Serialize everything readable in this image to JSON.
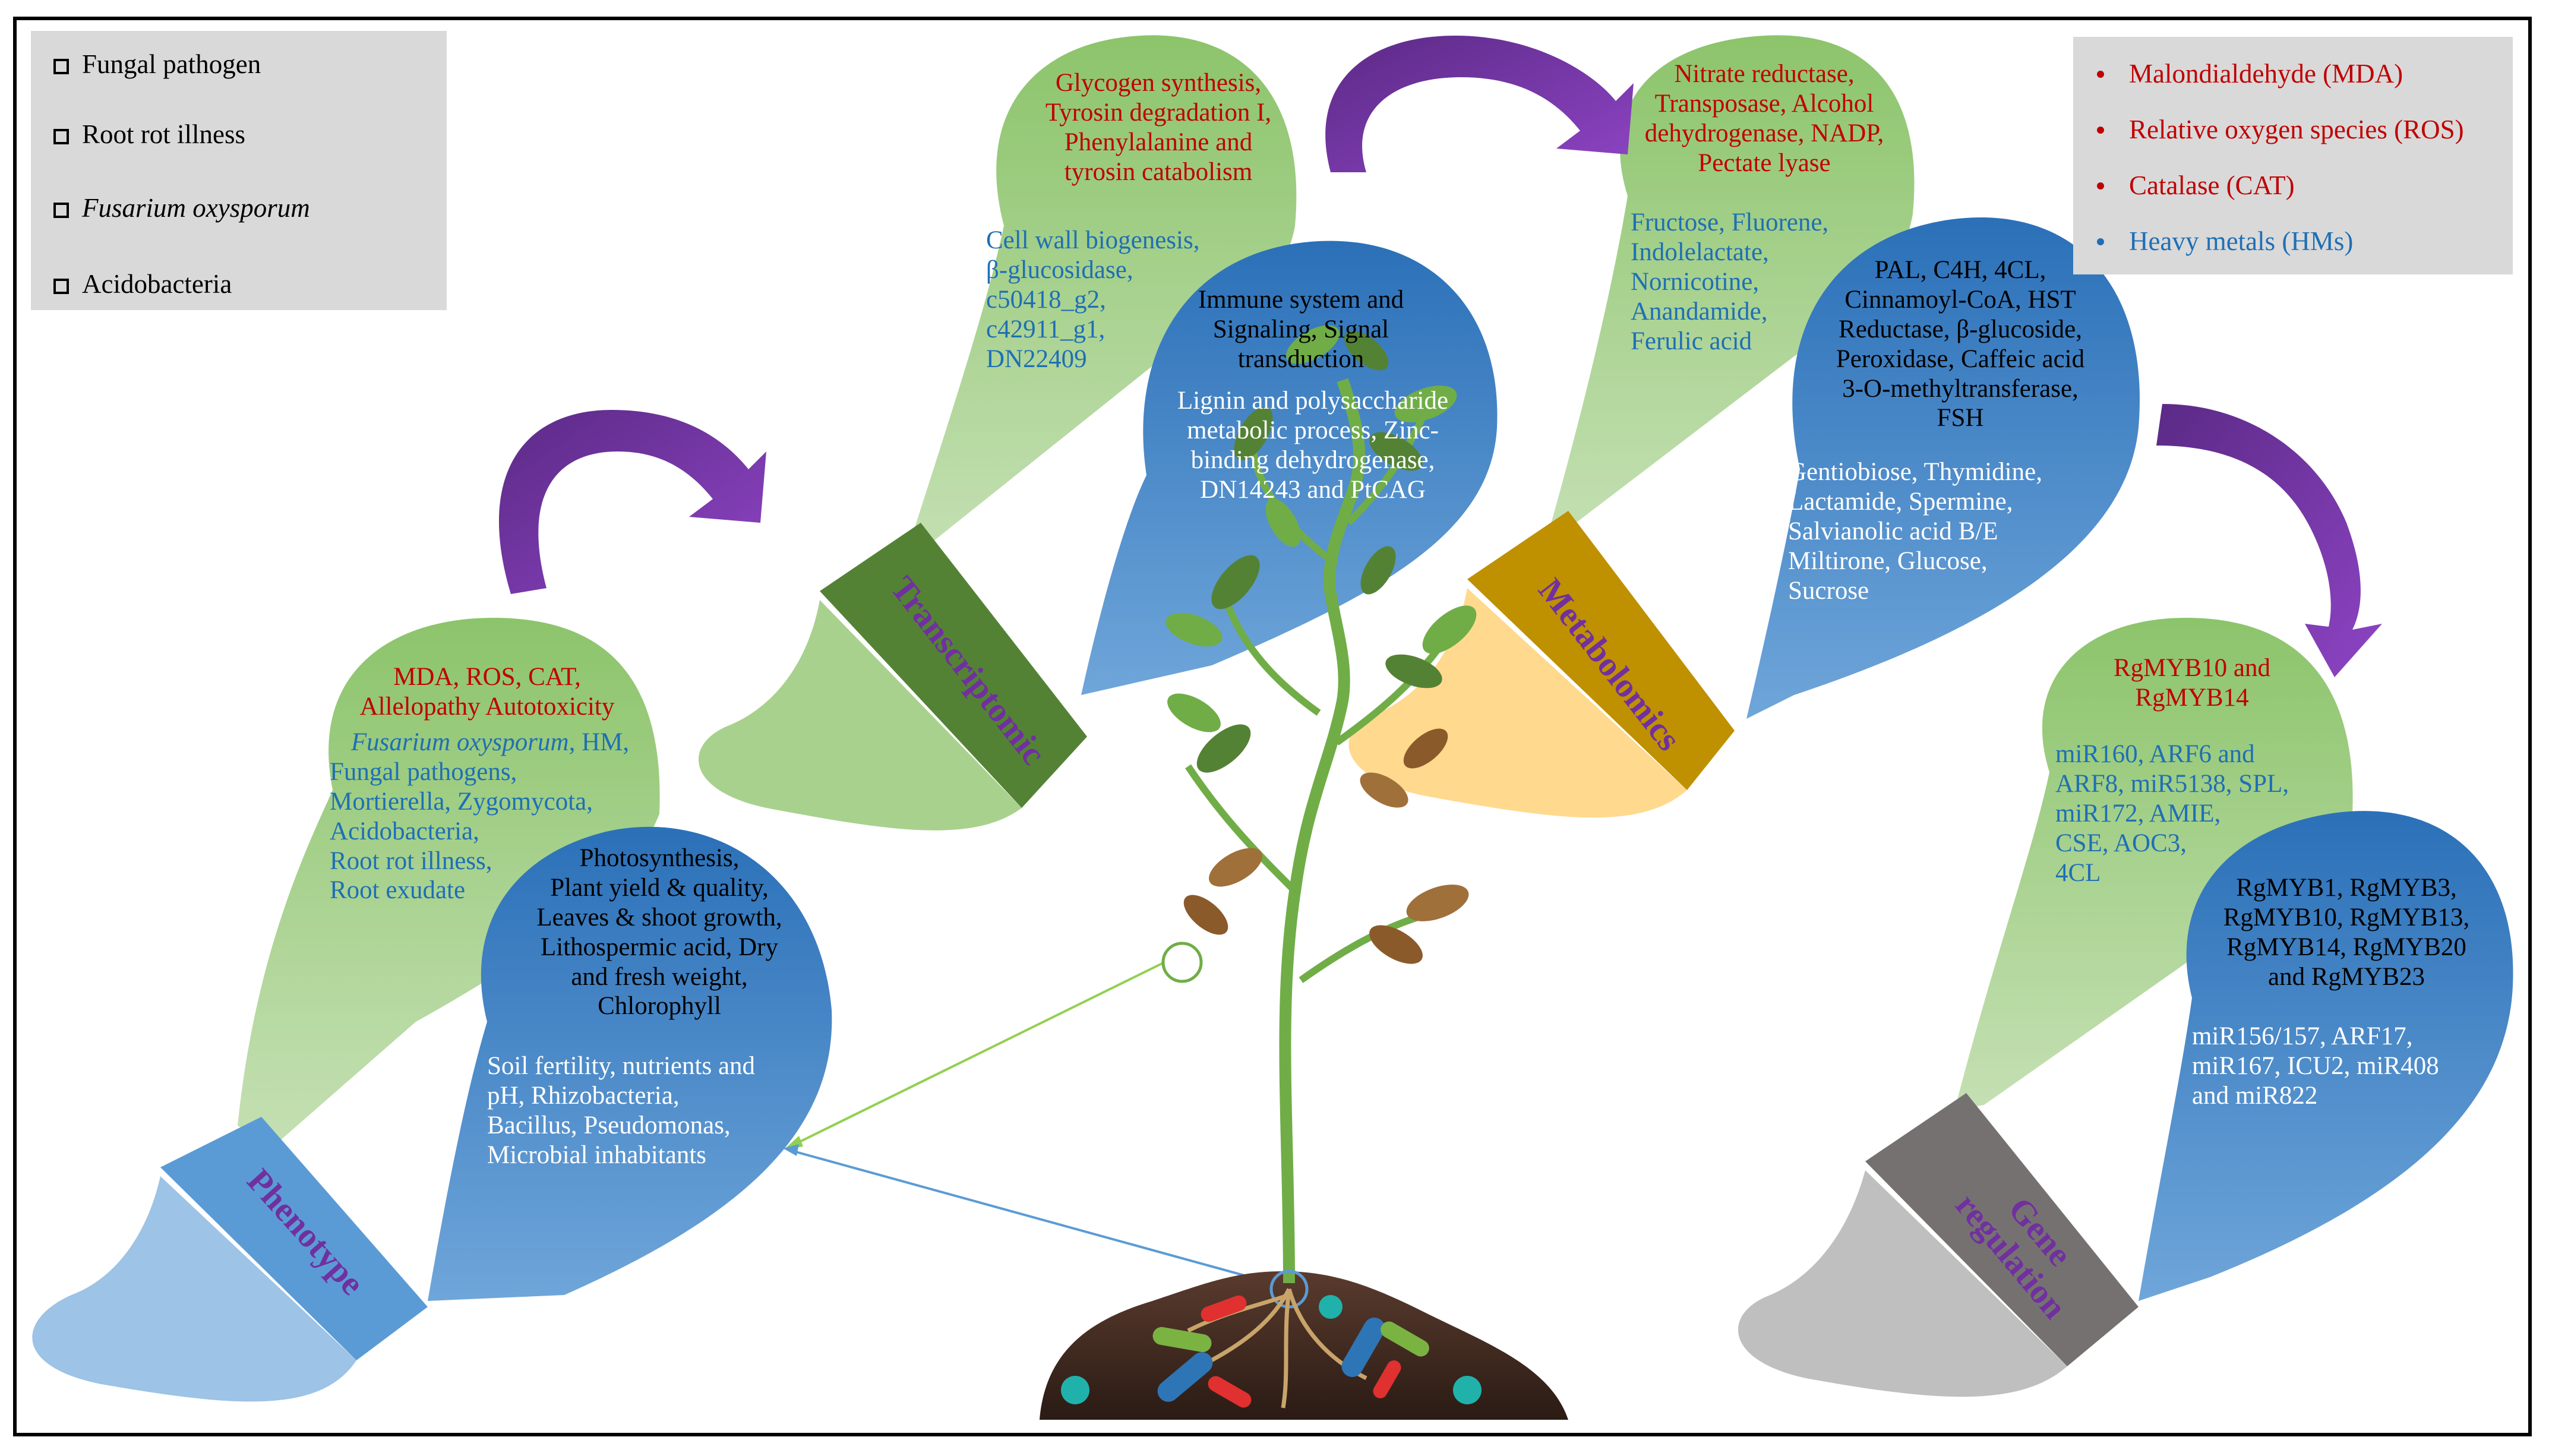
{
  "legend_left": [
    {
      "label": "Fungal pathogen",
      "italic": false,
      "icon": "red-bacterium-icon"
    },
    {
      "label": "Root rot illness",
      "italic": false,
      "icon": "green-bacterium-icon"
    },
    {
      "label": "Fusarium oxysporum",
      "italic": true,
      "icon": "blue-bacterium-icon"
    },
    {
      "label": "Acidobacteria",
      "italic": false,
      "icon": "virus-icon"
    }
  ],
  "legend_right": [
    {
      "label": "Malondialdehyde (MDA)",
      "color": "#c00000"
    },
    {
      "label": "Relative oxygen species (ROS)",
      "color": "#c00000"
    },
    {
      "label": "Catalase (CAT)",
      "color": "#c00000"
    },
    {
      "label": "Heavy metals (HMs)",
      "color": "#1f6fb5"
    }
  ],
  "colors": {
    "green_bubble": "#a9d18e",
    "blue_bubble": "#2e75b6",
    "arrow_purple": "#7030a0",
    "red_text": "#c00000",
    "blue_text": "#1f6fb5"
  },
  "phenotype": {
    "label": "Phenotype",
    "red_lines": [
      "MDA, ROS, CAT,",
      "Allelopathy Autotoxicity"
    ],
    "blue_italic": "Fusarium oxysporum",
    "blue_rest": ", HM,",
    "blue_lines": [
      "Fungal pathogens,",
      "Mortierella, Zygomycota,",
      "Acidobacteria,",
      "Root rot illness,",
      "Root exudate"
    ],
    "black_lines": [
      "Photosynthesis,",
      "Plant yield & quality,",
      "Leaves & shoot growth,",
      "Lithospermic acid, Dry",
      "and fresh weight,",
      "Chlorophyll"
    ],
    "white_lines": [
      "Soil fertility, nutrients and",
      "pH, Rhizobacteria,",
      "Bacillus, Pseudomonas,",
      "Microbial inhabitants"
    ]
  },
  "transcriptomic": {
    "label": "Transcriptomic",
    "red_lines": [
      "Glycogen synthesis,",
      "Tyrosin degradation I,",
      "Phenylalanine and",
      "tyrosin catabolism"
    ],
    "blue_lines": [
      "Cell wall biogenesis,",
      "β-glucosidase,",
      "c50418_g2,",
      "c42911_g1,",
      "DN22409"
    ],
    "black_lines": [
      "Immune system and",
      "Signaling, Signal",
      "transduction"
    ],
    "white_lines": [
      "Lignin and polysaccharide",
      "metabolic process, Zinc-",
      "binding dehydrogenase,",
      "DN14243 and PtCAG"
    ]
  },
  "metabolomics": {
    "label": "Metabolomics",
    "red_lines": [
      "Nitrate reductase,",
      "Transposase, Alcohol",
      "dehydrogenase, NADP,",
      "Pectate lyase"
    ],
    "blue_lines": [
      "Fructose, Fluorene,",
      "Indolelactate,",
      "Nornicotine,",
      "Anandamide,",
      "Ferulic acid"
    ],
    "black_lines": [
      "PAL, C4H, 4CL,",
      "Cinnamoyl-CoA, HST",
      "Reductase, β-glucoside,",
      "Peroxidase, Caffeic acid",
      "3-O-methyltransferase,",
      "FSH"
    ],
    "white_lines": [
      "Gentiobiose, Thymidine,",
      "Lactamide, Spermine,",
      "Salvianolic acid B/E",
      "Miltirone, Glucose,",
      "Sucrose"
    ]
  },
  "gene_regulation": {
    "label_line1": "Gene",
    "label_line2": "regulation",
    "red_lines": [
      "RgMYB10 and",
      "RgMYB14"
    ],
    "blue_lines": [
      "miR160, ARF6 and",
      "ARF8, miR5138, SPL,",
      "miR172, AMIE,",
      "CSE, AOC3,",
      "4CL"
    ],
    "black_lines": [
      "RgMYB1, RgMYB3,",
      "RgMYB10, RgMYB13,",
      "RgMYB14, RgMYB20",
      "and RgMYB23"
    ],
    "white_lines": [
      "miR156/157, ARF17,",
      "miR167, ICU2, miR408",
      "and miR822"
    ]
  }
}
